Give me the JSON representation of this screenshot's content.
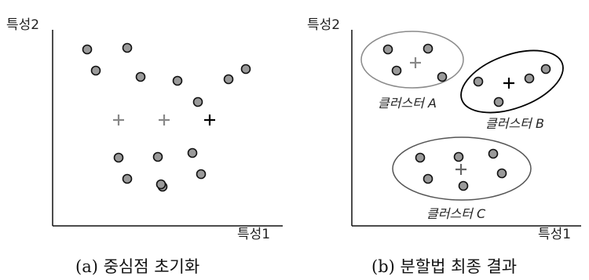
{
  "panel_a": {
    "y_axis_label": "특성2",
    "x_axis_label": "특성1",
    "caption": "(a) 중심점 초기화",
    "points": [
      {
        "id": "a1"
      },
      {
        "id": "a2"
      },
      {
        "id": "a3"
      },
      {
        "id": "a4"
      },
      {
        "id": "a5"
      },
      {
        "id": "a6"
      },
      {
        "id": "a7"
      },
      {
        "id": "a8"
      },
      {
        "id": "a9"
      },
      {
        "id": "a10"
      },
      {
        "id": "a11"
      },
      {
        "id": "a12"
      },
      {
        "id": "a13"
      },
      {
        "id": "a14"
      },
      {
        "id": "a15"
      },
      {
        "id": "a16"
      },
      {
        "id": "a17"
      }
    ],
    "centroids": [
      {
        "id": "c1",
        "color": "#888888"
      },
      {
        "id": "c2",
        "color": "#888888"
      },
      {
        "id": "c3",
        "color": "#000000"
      }
    ]
  },
  "panel_b": {
    "y_axis_label": "특성2",
    "x_axis_label": "특성1",
    "caption": "(b) 분할법 최종 결과",
    "clusters": [
      {
        "id": "A",
        "label": "클러스터 A",
        "outline_color": "#8a8a8a",
        "centroid_color": "#888888"
      },
      {
        "id": "B",
        "label": "클러스터 B",
        "outline_color": "#000000",
        "centroid_color": "#000000"
      },
      {
        "id": "C",
        "label": "클러스터 C",
        "outline_color": "#555555",
        "centroid_color": "#666666"
      }
    ]
  },
  "style": {
    "point_fill": "#9a9a9a",
    "point_stroke": "#111111"
  }
}
